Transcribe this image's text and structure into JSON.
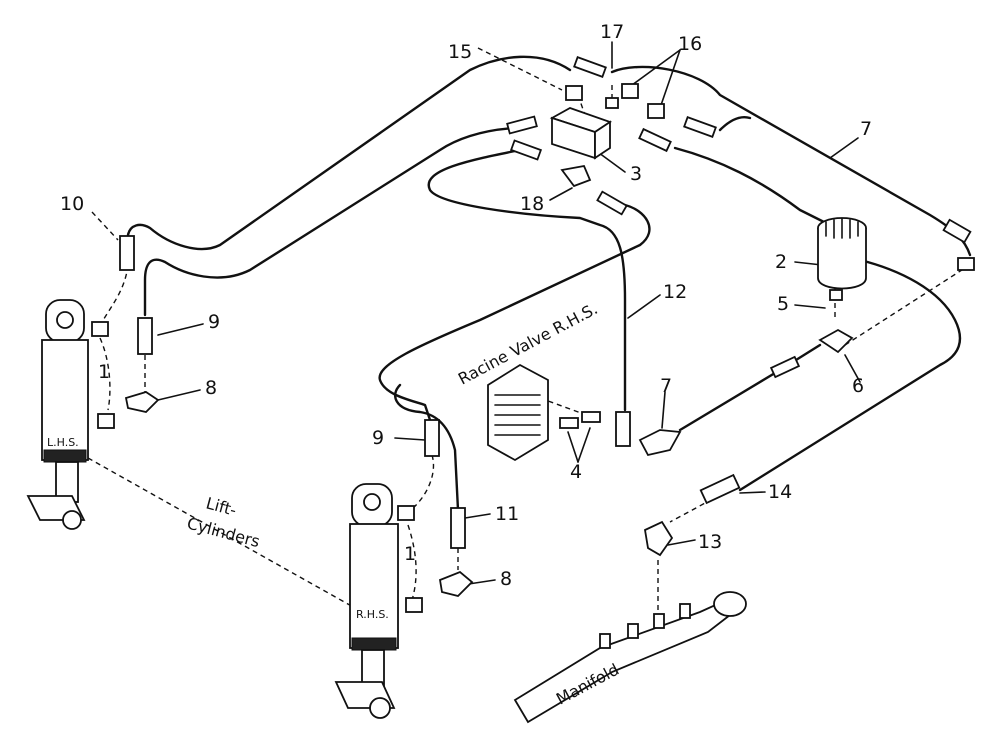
{
  "callouts": [
    {
      "id": "n15",
      "text": "15"
    },
    {
      "id": "n17",
      "text": "17"
    },
    {
      "id": "n16",
      "text": "16"
    },
    {
      "id": "n7a",
      "text": "7"
    },
    {
      "id": "n3",
      "text": "3"
    },
    {
      "id": "n18",
      "text": "18"
    },
    {
      "id": "n10",
      "text": "10"
    },
    {
      "id": "n2",
      "text": "2"
    },
    {
      "id": "n5",
      "text": "5"
    },
    {
      "id": "n6",
      "text": "6"
    },
    {
      "id": "n12",
      "text": "12"
    },
    {
      "id": "n9a",
      "text": "9"
    },
    {
      "id": "n1a",
      "text": "1"
    },
    {
      "id": "n8a",
      "text": "8"
    },
    {
      "id": "n7b",
      "text": "7"
    },
    {
      "id": "n4",
      "text": "4"
    },
    {
      "id": "n9b",
      "text": "9"
    },
    {
      "id": "n14",
      "text": "14"
    },
    {
      "id": "n11",
      "text": "11"
    },
    {
      "id": "n13",
      "text": "13"
    },
    {
      "id": "n1b",
      "text": "1"
    },
    {
      "id": "n8b",
      "text": "8"
    }
  ],
  "labels": {
    "valve": "Racine Valve R.H.S.",
    "lift": "Lift-",
    "cylinders": "Cylinders",
    "manifold": "Manifold",
    "lhs": "L.H.S.",
    "rhs": "R.H.S."
  },
  "colors": {
    "ink": "#111111",
    "paper": "#ffffff"
  }
}
